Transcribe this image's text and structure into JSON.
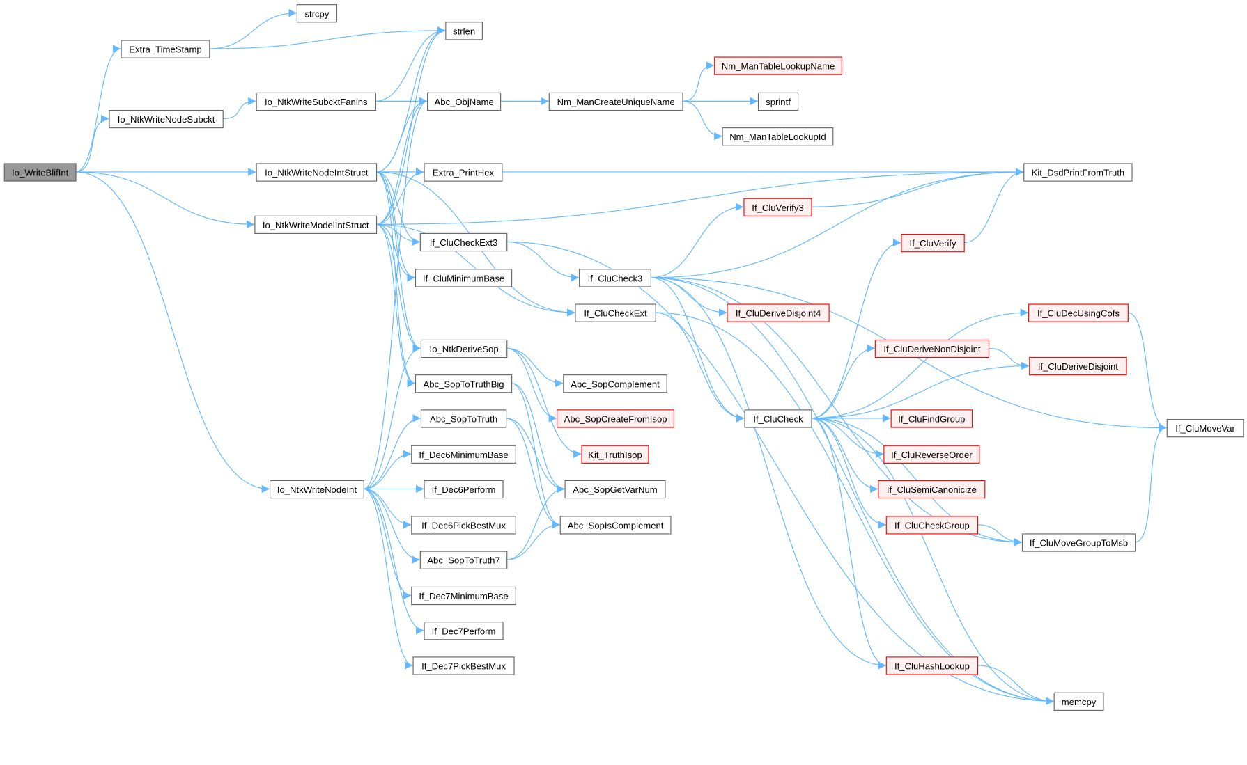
{
  "colors": {
    "edge": "#63b8ff",
    "root_fill": "#999999",
    "red_border": "#ff0000",
    "red_fill": "#fff0f0",
    "node_border": "#666666"
  },
  "nodes": [
    {
      "id": "root",
      "label": "Io_WriteBlifInt",
      "style": "root"
    },
    {
      "id": "ts",
      "label": "Extra_TimeStamp",
      "style": "normal"
    },
    {
      "id": "strcpy",
      "label": "strcpy",
      "style": "normal"
    },
    {
      "id": "strlen",
      "label": "strlen",
      "style": "normal"
    },
    {
      "id": "nsub",
      "label": "Io_NtkWriteNodeSubckt",
      "style": "normal"
    },
    {
      "id": "sfan",
      "label": "Io_NtkWriteSubcktFanins",
      "style": "normal"
    },
    {
      "id": "objname",
      "label": "Abc_ObjName",
      "style": "normal"
    },
    {
      "id": "nmuniq",
      "label": "Nm_ManCreateUniqueName",
      "style": "normal"
    },
    {
      "id": "nmname",
      "label": "Nm_ManTableLookupName",
      "style": "red"
    },
    {
      "id": "sprintf",
      "label": "sprintf",
      "style": "normal"
    },
    {
      "id": "nmid",
      "label": "Nm_ManTableLookupId",
      "style": "normal"
    },
    {
      "id": "nis",
      "label": "Io_NtkWriteNodeIntStruct",
      "style": "normal"
    },
    {
      "id": "hex",
      "label": "Extra_PrintHex",
      "style": "normal"
    },
    {
      "id": "kit",
      "label": "Kit_DsdPrintFromTruth",
      "style": "normal"
    },
    {
      "id": "mis",
      "label": "Io_NtkWriteModelIntStruct",
      "style": "normal"
    },
    {
      "id": "ext3",
      "label": "If_CluCheckExt3",
      "style": "normal"
    },
    {
      "id": "minb",
      "label": "If_CluMinimumBase",
      "style": "normal"
    },
    {
      "id": "ver3",
      "label": "If_CluVerify3",
      "style": "red"
    },
    {
      "id": "chk3",
      "label": "If_CluCheck3",
      "style": "normal"
    },
    {
      "id": "ver",
      "label": "If_CluVerify",
      "style": "red"
    },
    {
      "id": "dd4",
      "label": "If_CluDeriveDisjoint4",
      "style": "red"
    },
    {
      "id": "ext",
      "label": "If_CluCheckExt",
      "style": "normal"
    },
    {
      "id": "dsop",
      "label": "Io_NtkDeriveSop",
      "style": "normal"
    },
    {
      "id": "cofs",
      "label": "If_CluDecUsingCofs",
      "style": "red"
    },
    {
      "id": "dnd",
      "label": "If_CluDeriveNonDisjoint",
      "style": "red"
    },
    {
      "id": "dd",
      "label": "If_CluDeriveDisjoint",
      "style": "red"
    },
    {
      "id": "ttbig",
      "label": "Abc_SopToTruthBig",
      "style": "normal"
    },
    {
      "id": "scomp",
      "label": "Abc_SopComplement",
      "style": "normal"
    },
    {
      "id": "sisop",
      "label": "Abc_SopCreateFromIsop",
      "style": "red"
    },
    {
      "id": "tt",
      "label": "Abc_SopToTruth",
      "style": "normal"
    },
    {
      "id": "chk",
      "label": "If_CluCheck",
      "style": "normal"
    },
    {
      "id": "fgrp",
      "label": "If_CluFindGroup",
      "style": "red"
    },
    {
      "id": "mvar",
      "label": "If_CluMoveVar",
      "style": "normal"
    },
    {
      "id": "d6min",
      "label": "If_Dec6MinimumBase",
      "style": "normal"
    },
    {
      "id": "tisop",
      "label": "Kit_TruthIsop",
      "style": "red"
    },
    {
      "id": "rev",
      "label": "If_CluReverseOrder",
      "style": "red"
    },
    {
      "id": "ni",
      "label": "Io_NtkWriteNodeInt",
      "style": "normal"
    },
    {
      "id": "d6p",
      "label": "If_Dec6Perform",
      "style": "normal"
    },
    {
      "id": "gvn",
      "label": "Abc_SopGetVarNum",
      "style": "normal"
    },
    {
      "id": "semi",
      "label": "If_CluSemiCanonicize",
      "style": "red"
    },
    {
      "id": "d6mux",
      "label": "If_Dec6PickBestMux",
      "style": "normal"
    },
    {
      "id": "iscomp",
      "label": "Abc_SopIsComplement",
      "style": "normal"
    },
    {
      "id": "cgrp",
      "label": "If_CluCheckGroup",
      "style": "red"
    },
    {
      "id": "mgrp",
      "label": "If_CluMoveGroupToMsb",
      "style": "normal"
    },
    {
      "id": "tt7",
      "label": "Abc_SopToTruth7",
      "style": "normal"
    },
    {
      "id": "d7min",
      "label": "If_Dec7MinimumBase",
      "style": "normal"
    },
    {
      "id": "d7p",
      "label": "If_Dec7Perform",
      "style": "normal"
    },
    {
      "id": "d7mux",
      "label": "If_Dec7PickBestMux",
      "style": "normal"
    },
    {
      "id": "hash",
      "label": "If_CluHashLookup",
      "style": "red"
    },
    {
      "id": "memcpy",
      "label": "memcpy",
      "style": "normal"
    }
  ],
  "edges": [
    [
      "root",
      "ts"
    ],
    [
      "root",
      "nsub"
    ],
    [
      "root",
      "nis"
    ],
    [
      "root",
      "mis"
    ],
    [
      "root",
      "ni"
    ],
    [
      "ts",
      "strcpy"
    ],
    [
      "ts",
      "strlen"
    ],
    [
      "nsub",
      "sfan"
    ],
    [
      "sfan",
      "strlen"
    ],
    [
      "sfan",
      "objname"
    ],
    [
      "objname",
      "nmuniq"
    ],
    [
      "nmuniq",
      "nmname"
    ],
    [
      "nmuniq",
      "sprintf"
    ],
    [
      "nmuniq",
      "nmid"
    ],
    [
      "nis",
      "strlen"
    ],
    [
      "nis",
      "objname"
    ],
    [
      "nis",
      "kit"
    ],
    [
      "nis",
      "ext"
    ],
    [
      "nis",
      "hex"
    ],
    [
      "nis",
      "ext3"
    ],
    [
      "nis",
      "minb"
    ],
    [
      "nis",
      "dsop"
    ],
    [
      "nis",
      "ttbig"
    ],
    [
      "mis",
      "strlen"
    ],
    [
      "mis",
      "objname"
    ],
    [
      "mis",
      "hex"
    ],
    [
      "mis",
      "kit"
    ],
    [
      "mis",
      "ext3"
    ],
    [
      "mis",
      "minb"
    ],
    [
      "mis",
      "ext"
    ],
    [
      "mis",
      "dsop"
    ],
    [
      "mis",
      "ttbig"
    ],
    [
      "ni",
      "objname"
    ],
    [
      "ni",
      "dsop"
    ],
    [
      "ni",
      "tt"
    ],
    [
      "ni",
      "d6min"
    ],
    [
      "ni",
      "d6p"
    ],
    [
      "ni",
      "d6mux"
    ],
    [
      "ni",
      "tt7"
    ],
    [
      "ni",
      "d7min"
    ],
    [
      "ni",
      "d7p"
    ],
    [
      "ni",
      "d7mux"
    ],
    [
      "ext3",
      "chk3"
    ],
    [
      "ext3",
      "memcpy"
    ],
    [
      "chk3",
      "ver3"
    ],
    [
      "chk3",
      "kit"
    ],
    [
      "chk3",
      "mvar"
    ],
    [
      "chk3",
      "dd4"
    ],
    [
      "chk3",
      "chk"
    ],
    [
      "chk3",
      "hash"
    ],
    [
      "chk3",
      "memcpy"
    ],
    [
      "chk3",
      "mgrp"
    ],
    [
      "ver3",
      "kit"
    ],
    [
      "ver",
      "kit"
    ],
    [
      "ext",
      "chk"
    ],
    [
      "ext",
      "memcpy"
    ],
    [
      "chk",
      "ver"
    ],
    [
      "chk",
      "cofs"
    ],
    [
      "chk",
      "dnd"
    ],
    [
      "chk",
      "dd"
    ],
    [
      "chk",
      "fgrp"
    ],
    [
      "chk",
      "rev"
    ],
    [
      "chk",
      "semi"
    ],
    [
      "chk",
      "cgrp"
    ],
    [
      "chk",
      "mgrp"
    ],
    [
      "chk",
      "hash"
    ],
    [
      "chk",
      "memcpy"
    ],
    [
      "cofs",
      "mvar"
    ],
    [
      "dnd",
      "dd"
    ],
    [
      "cgrp",
      "mgrp"
    ],
    [
      "mgrp",
      "mvar"
    ],
    [
      "hash",
      "memcpy"
    ],
    [
      "dsop",
      "scomp"
    ],
    [
      "dsop",
      "sisop"
    ],
    [
      "dsop",
      "tisop"
    ],
    [
      "ttbig",
      "gvn"
    ],
    [
      "ttbig",
      "iscomp"
    ],
    [
      "tt",
      "gvn"
    ],
    [
      "tt",
      "iscomp"
    ],
    [
      "tt7",
      "gvn"
    ],
    [
      "tt7",
      "iscomp"
    ]
  ]
}
